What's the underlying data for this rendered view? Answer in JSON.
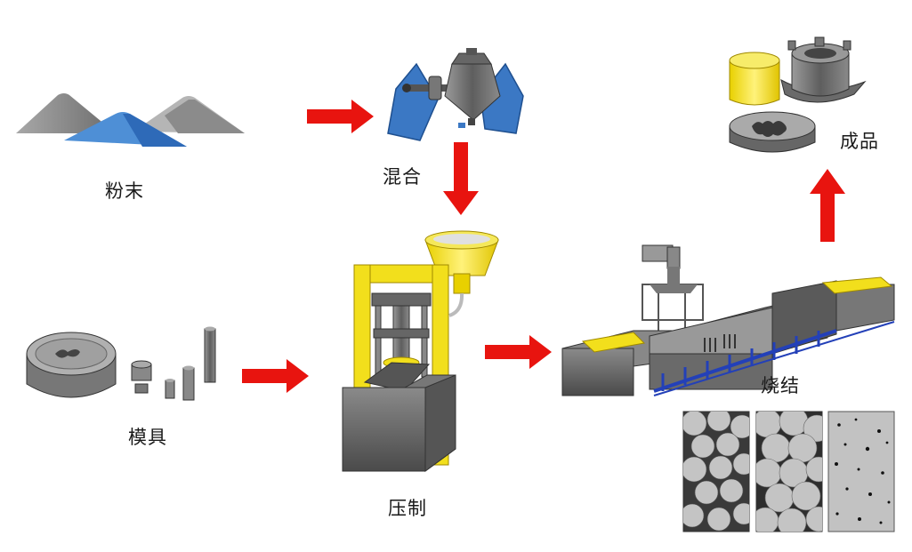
{
  "labels": {
    "powder": "粉末",
    "mixing": "混合",
    "mold": "模具",
    "pressing": "压制",
    "sintering": "烧结",
    "product": "成品"
  },
  "colors": {
    "arrow": "#e8140f",
    "press_frame": "#f2df1c",
    "mixer_blue": "#3b78c4",
    "powder_blue": "#4e8fd6",
    "machine_gray": "#6e6e6e",
    "conveyor_blue": "#2340b8"
  },
  "icons": [
    "powder-piles-icon",
    "mixer-icon",
    "mold-dies-icon",
    "press-machine-icon",
    "sintering-furnace-icon",
    "microstructure-icon",
    "finished-parts-icon"
  ]
}
